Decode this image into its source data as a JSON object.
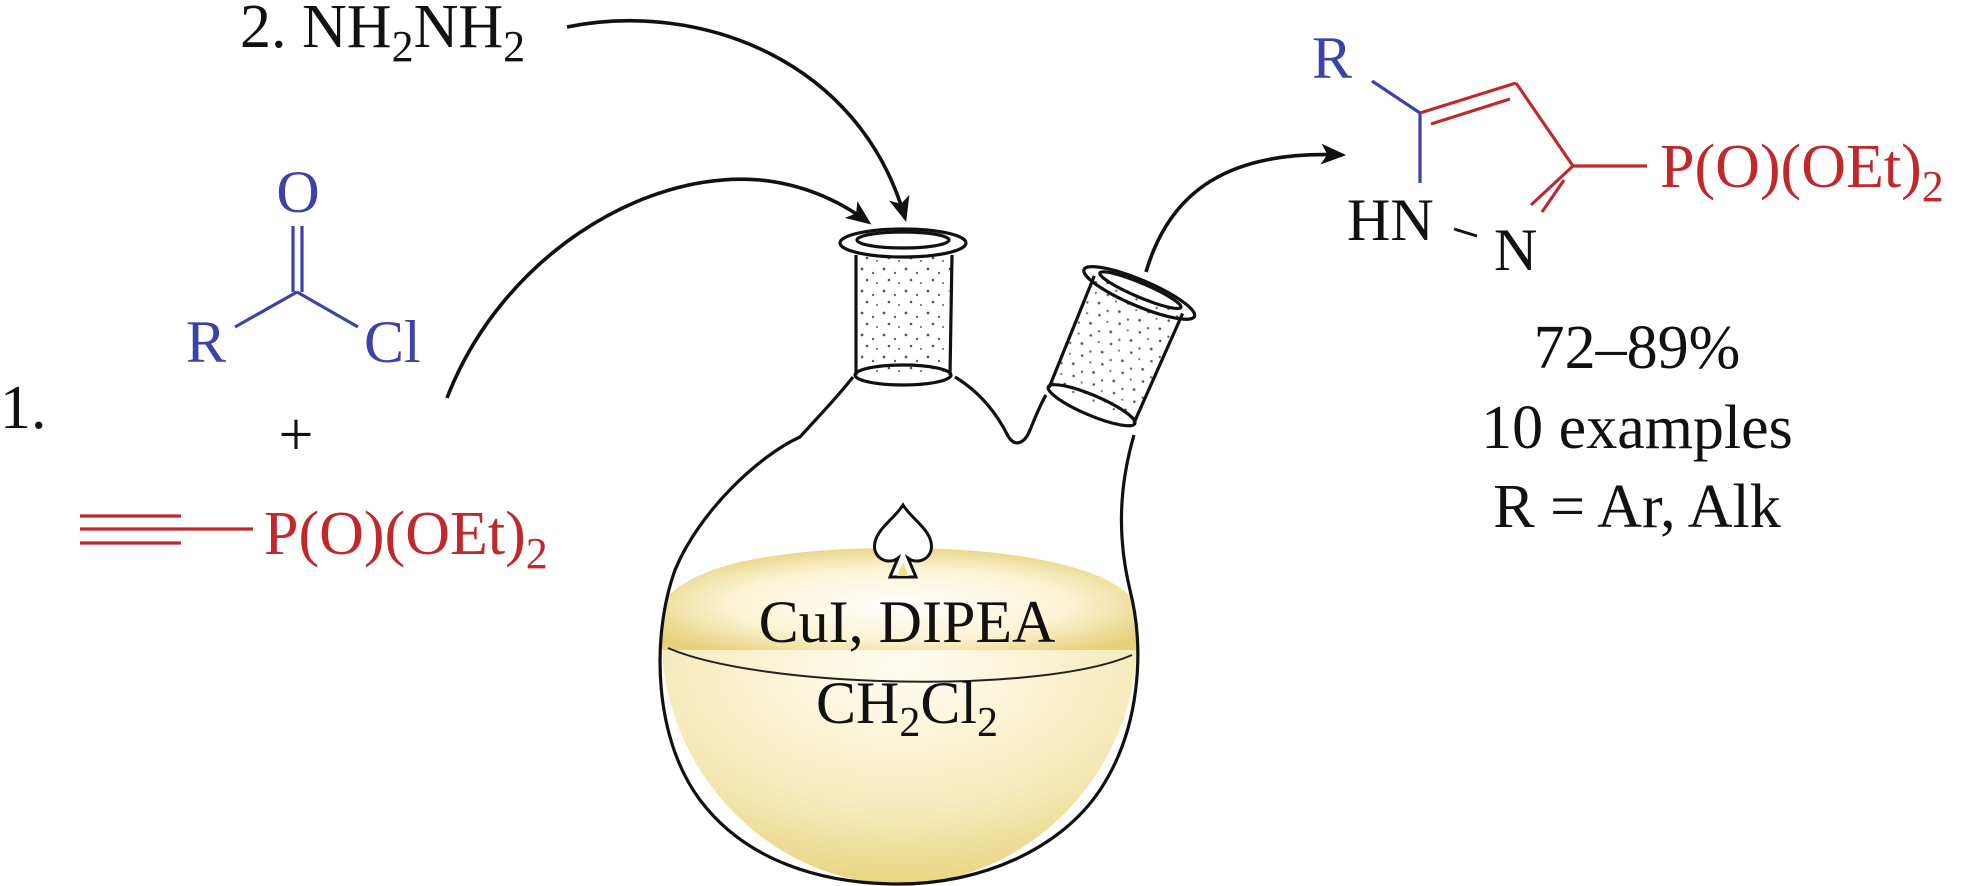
{
  "colors": {
    "acyl_chloride": "#3a44a8",
    "phosphonate": "#c0282a",
    "text": "#111111",
    "liquid_edge": "#e3cc6a",
    "liquid_center": "#fffdf2"
  },
  "step1": {
    "label": "1.",
    "reagent_a": {
      "carbonyl_o": "O",
      "r_group": "R",
      "leaving_group": "Cl"
    },
    "plus": "+",
    "reagent_b": {
      "phosphonate": "P(O)(OEt)",
      "phosphonate_sub": "2"
    }
  },
  "step2": {
    "label": "2. NH",
    "sub1": "2",
    "mid": "NH",
    "sub2": "2"
  },
  "flask": {
    "reagents_line1": "CuI, DIPEA",
    "solvent_ch": "CH",
    "solvent_sub1": "2",
    "solvent_cl": "Cl",
    "solvent_sub2": "2",
    "heat_icon": "heat-symbol"
  },
  "product": {
    "r_group": "R",
    "nh": "HN",
    "n": "N",
    "phosphonate": "P(O)(OEt)",
    "phosphonate_sub": "2",
    "yield": "72–89%",
    "examples": "10 examples",
    "scope": "R = Ar, Alk"
  }
}
